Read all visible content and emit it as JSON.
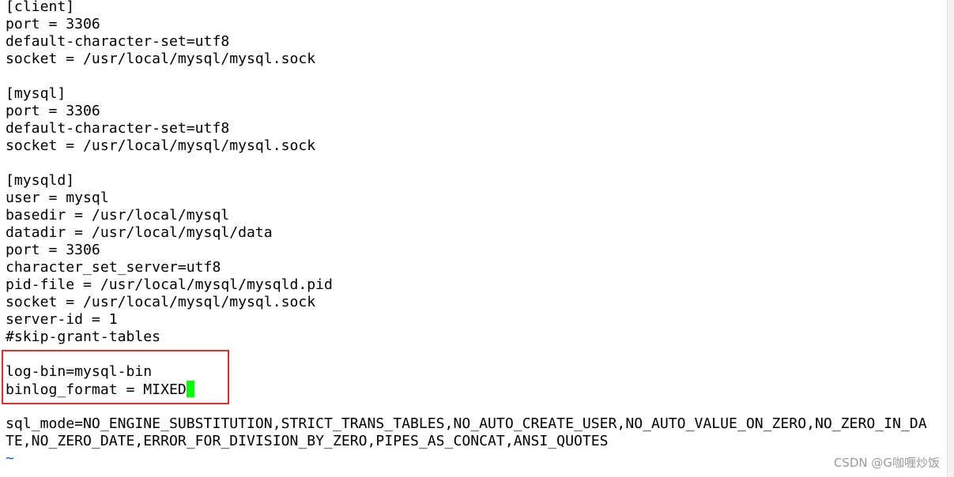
{
  "editor": {
    "lines": [
      "[client]",
      "port = 3306",
      "default-character-set=utf8",
      "socket = /usr/local/mysql/mysql.sock",
      "",
      "[mysql]",
      "port = 3306",
      "default-character-set=utf8",
      "socket = /usr/local/mysql/mysql.sock",
      "",
      "[mysqld]",
      "user = mysql",
      "basedir = /usr/local/mysql",
      "datadir = /usr/local/mysql/data",
      "port = 3306",
      "character_set_server=utf8",
      "pid-file = /usr/local/mysql/mysqld.pid",
      "socket = /usr/local/mysql/mysql.sock",
      "server-id = 1",
      "#skip-grant-tables",
      "",
      "log-bin=mysql-bin",
      "binlog_format = MIXED",
      "",
      "sql_mode=NO_ENGINE_SUBSTITUTION,STRICT_TRANS_TABLES,NO_AUTO_CREATE_USER,NO_AUTO_VALUE_ON_ZERO,NO_ZERO_IN_DA",
      "TE,NO_ZERO_DATE,ERROR_FOR_DIVISION_BY_ZERO,PIPES_AS_CONCAT,ANSI_QUOTES",
      "~"
    ],
    "cursor_line": 22,
    "tilde_color": "#1a5fd0",
    "cursor_color": "#00ff00",
    "highlight_color": "#e0302e"
  },
  "watermark": {
    "text": "CSDN @G咖喱炒饭"
  }
}
